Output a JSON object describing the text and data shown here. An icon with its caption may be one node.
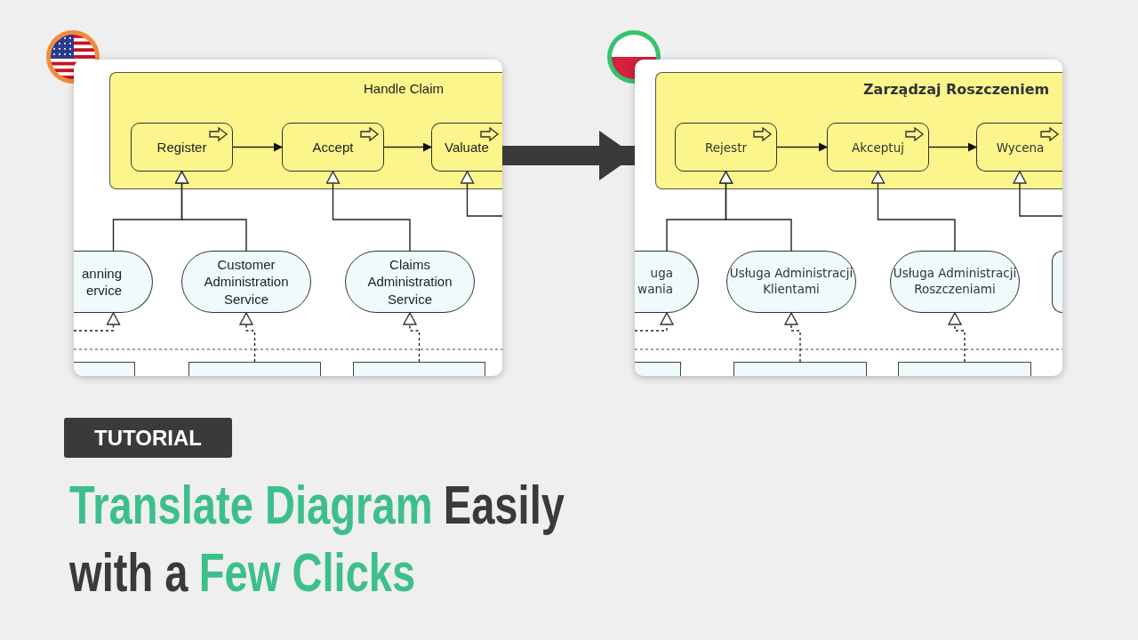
{
  "diagram": {
    "nodes": [
      {
        "text": [],
        "shape": "box"
      },
      {
        "text": [],
        "shape": "box"
      },
      {
        "text": [
          "Handle Claim"
        ],
        "in": 0
      },
      {
        "text": [
          "Register"
        ],
        "in": 2
      },
      {
        "text": [
          "Accept"
        ],
        "in": 2
      },
      {
        "text": [
          "Valuate"
        ],
        "in": 2
      },
      {
        "text": [
          "anning ervice"
        ],
        "in": 0
      },
      {
        "text": [
          "Customer Administration Service"
        ],
        "in": 0
      },
      {
        "text": [
          "Claims Administration Service"
        ],
        "in": 0
      },
      {
        "text": [],
        "shape": "box",
        "in": 0
      },
      {
        "text": [],
        "shape": "box",
        "in": 0
      },
      {
        "text": [],
        "shape": "box",
        "in": 0
      },
      {
        "text": [
          "Zarządzaj Roszczeniem"
        ],
        "in": 1
      },
      {
        "text": [
          "Rejestr"
        ],
        "in": 12
      },
      {
        "text": [
          "Akceptuj"
        ],
        "in": 12
      },
      {
        "text": [
          "Wycena"
        ],
        "in": 12
      },
      {
        "text": [
          "uga wania"
        ],
        "in": 1
      },
      {
        "text": [
          "Usługa Administracji Klientami"
        ],
        "in": 1
      },
      {
        "text": [
          "Usługa Administracji Roszczeniami"
        ],
        "in": 1
      },
      {
        "text": [],
        "shape": "box",
        "in": 1
      },
      {
        "text": [],
        "shape": "box",
        "in": 1
      },
      {
        "text": [],
        "shape": "box",
        "in": 1
      },
      {
        "text": [],
        "shape": "box",
        "in": 1
      }
    ],
    "edges": [
      {
        "from": 0,
        "to": 1,
        "arrow": "to",
        "style": "thick"
      },
      {
        "from": 3,
        "to": 4,
        "arrow": "to"
      },
      {
        "from": 4,
        "to": 5,
        "arrow": "to"
      },
      {
        "from": 6,
        "to": 3,
        "arrow": "to"
      },
      {
        "from": 7,
        "to": 3,
        "arrow": "to"
      },
      {
        "from": 8,
        "to": 4,
        "arrow": "to"
      },
      {
        "from": null,
        "to": 5,
        "arrow": "to"
      },
      {
        "from": null,
        "to": 6,
        "arrow": "to",
        "style": "dashed"
      },
      {
        "from": 10,
        "to": 7,
        "arrow": "to",
        "style": "dashed"
      },
      {
        "from": 11,
        "to": 8,
        "arrow": "to",
        "style": "dashed"
      },
      {
        "from": 13,
        "to": 14,
        "arrow": "to"
      },
      {
        "from": 14,
        "to": 15,
        "arrow": "to"
      },
      {
        "from": 16,
        "to": 13,
        "arrow": "to"
      },
      {
        "from": 17,
        "to": 13,
        "arrow": "to"
      },
      {
        "from": 18,
        "to": 14,
        "arrow": "to"
      },
      {
        "from": null,
        "to": 15,
        "arrow": "to"
      },
      {
        "from": null,
        "to": 16,
        "arrow": "to",
        "style": "dashed"
      },
      {
        "from": 21,
        "to": 17,
        "arrow": "to",
        "style": "dashed"
      },
      {
        "from": 22,
        "to": 18,
        "arrow": "to",
        "style": "dashed"
      }
    ],
    "labels": [
      "TUTORIAL",
      "Translate Diagram",
      "Easily",
      "with a",
      "Few Clicks"
    ]
  }
}
